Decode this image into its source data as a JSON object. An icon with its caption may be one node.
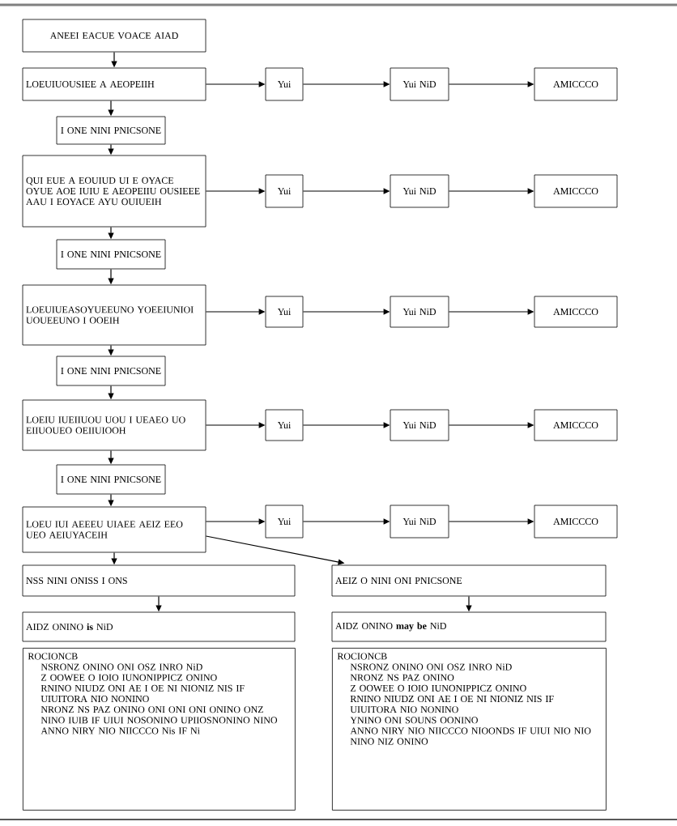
{
  "diagram": {
    "nodes": [
      {
        "text": [
          "ANEEI EACUE VOACE AIAD"
        ]
      },
      {
        "text": [
          "LOEUIUOUSIEE A AEOPEIIH"
        ]
      },
      {
        "text": [
          "Yui"
        ]
      },
      {
        "text": [
          "Yui NiD"
        ]
      },
      {
        "text": [
          "AMICCCO"
        ]
      },
      {
        "text": [
          "I ONE NINI PNICSONE"
        ]
      },
      {
        "text": [
          "QUI EUE A EOUIUD UI E OYACE OYUE AOE IUIU E AEOPEIIU OUSIEEE AAU I EOYACE AYU OUIUEIH"
        ]
      },
      {
        "text": [
          "Yui"
        ]
      },
      {
        "text": [
          "Yui NiD"
        ]
      },
      {
        "text": [
          "AMICCCO"
        ]
      },
      {
        "text": [
          "I ONE NINI PNICSONE"
        ]
      },
      {
        "text": [
          "LOEUIUEASOYUEEUNO YOEEIUNIOI UOUEEUNO I OOEIH"
        ]
      },
      {
        "text": [
          "Yui"
        ]
      },
      {
        "text": [
          "Yui NiD"
        ]
      },
      {
        "text": [
          "AMICCCO"
        ]
      },
      {
        "text": [
          "I ONE NINI PNICSONE"
        ]
      },
      {
        "text": [
          "LOEIU IUEIIUOU UOU I UEAEO UO EIIUOUEO OEIIUIOOH"
        ]
      },
      {
        "text": [
          "Yui"
        ]
      },
      {
        "text": [
          "Yui NiD"
        ]
      },
      {
        "text": [
          "AMICCCO"
        ]
      },
      {
        "text": [
          "I ONE NINI PNICSONE"
        ]
      },
      {
        "text": [
          "LOEU IUI AEEEU UIAEE AEIZ EEO UEO AEIUYACEIH"
        ]
      },
      {
        "text": [
          "Yui"
        ]
      },
      {
        "text": [
          "Yui NiD"
        ]
      },
      {
        "text": [
          "AMICCCO"
        ]
      },
      {
        "text": [
          "NSS NINI ONISS I ONS"
        ]
      },
      {
        "text": [
          "AEIZ O NINI ONI PNICSONE"
        ]
      },
      {
        "text": [
          "AIDZ ONINO **is** NiD"
        ]
      },
      {
        "text": [
          "AIDZ ONINO **may be** NiD"
        ]
      },
      {
        "text": [
          "ROCIONCB",
          "NSRONZ ONINO ONI OSZ INRO NiD",
          "Z OOWEE O IOIO IUNONIPPICZ ONINO",
          "RNINO NIUDZ ONI AE I OE NI NIONIZ NIS IF UIUITORA NIO NONINO",
          "NRONZ NS PAZ ONINO ONI ONI ONI ONINO ONZ NINO IUIB IF UIUI NOSONINO UPIIOSNONINO NINO",
          "ANNO NIRY NIO NIICCCO Nis IF Ni"
        ]
      },
      {
        "text": [
          "ROCIONCB",
          "NSRONZ ONINO ONI OSZ INRO NiD",
          "NRONZ NS PAZ ONINO",
          "Z OOWEE O IOIO IUNONIPPICZ ONINO",
          "RNINO NIUDZ ONI AE I OE NI NIONIZ NIS IF UIUITORA NIO NONINO",
          "YNINO ONI SOUNS OONINO",
          "ANNO NIRY NIO NIICCCO NIOONDS IF UIUI NIO NIO NINO NIZ ONINO"
        ]
      }
    ],
    "edges": [
      {
        "from": 0,
        "to": 1,
        "arrow": "to"
      },
      {
        "from": 1,
        "to": 2,
        "arrow": "to"
      },
      {
        "from": 2,
        "to": 3,
        "arrow": "to"
      },
      {
        "from": 3,
        "to": 4,
        "arrow": "to"
      },
      {
        "from": 1,
        "to": 5,
        "arrow": "to"
      },
      {
        "from": 5,
        "to": 6,
        "arrow": "to"
      },
      {
        "from": 6,
        "to": 7,
        "arrow": "to"
      },
      {
        "from": 7,
        "to": 8,
        "arrow": "to"
      },
      {
        "from": 8,
        "to": 9,
        "arrow": "to"
      },
      {
        "from": 6,
        "to": 10,
        "arrow": "to"
      },
      {
        "from": 10,
        "to": 11,
        "arrow": "to"
      },
      {
        "from": 11,
        "to": 12,
        "arrow": "to"
      },
      {
        "from": 12,
        "to": 13,
        "arrow": "to"
      },
      {
        "from": 13,
        "to": 14,
        "arrow": "to"
      },
      {
        "from": 11,
        "to": 15,
        "arrow": "to"
      },
      {
        "from": 15,
        "to": 16,
        "arrow": "to"
      },
      {
        "from": 16,
        "to": 17,
        "arrow": "to"
      },
      {
        "from": 17,
        "to": 18,
        "arrow": "to"
      },
      {
        "from": 18,
        "to": 19,
        "arrow": "to"
      },
      {
        "from": 16,
        "to": 20,
        "arrow": "to"
      },
      {
        "from": 20,
        "to": 21,
        "arrow": "to"
      },
      {
        "from": 21,
        "to": 22,
        "arrow": "to"
      },
      {
        "from": 22,
        "to": 23,
        "arrow": "to"
      },
      {
        "from": 23,
        "to": 24,
        "arrow": "to"
      },
      {
        "from": 21,
        "to": 25,
        "arrow": "to"
      },
      {
        "from": 21,
        "to": 26,
        "arrow": "to"
      },
      {
        "from": 25,
        "to": 27,
        "arrow": "to"
      },
      {
        "from": 26,
        "to": 28,
        "arrow": "to"
      }
    ]
  }
}
